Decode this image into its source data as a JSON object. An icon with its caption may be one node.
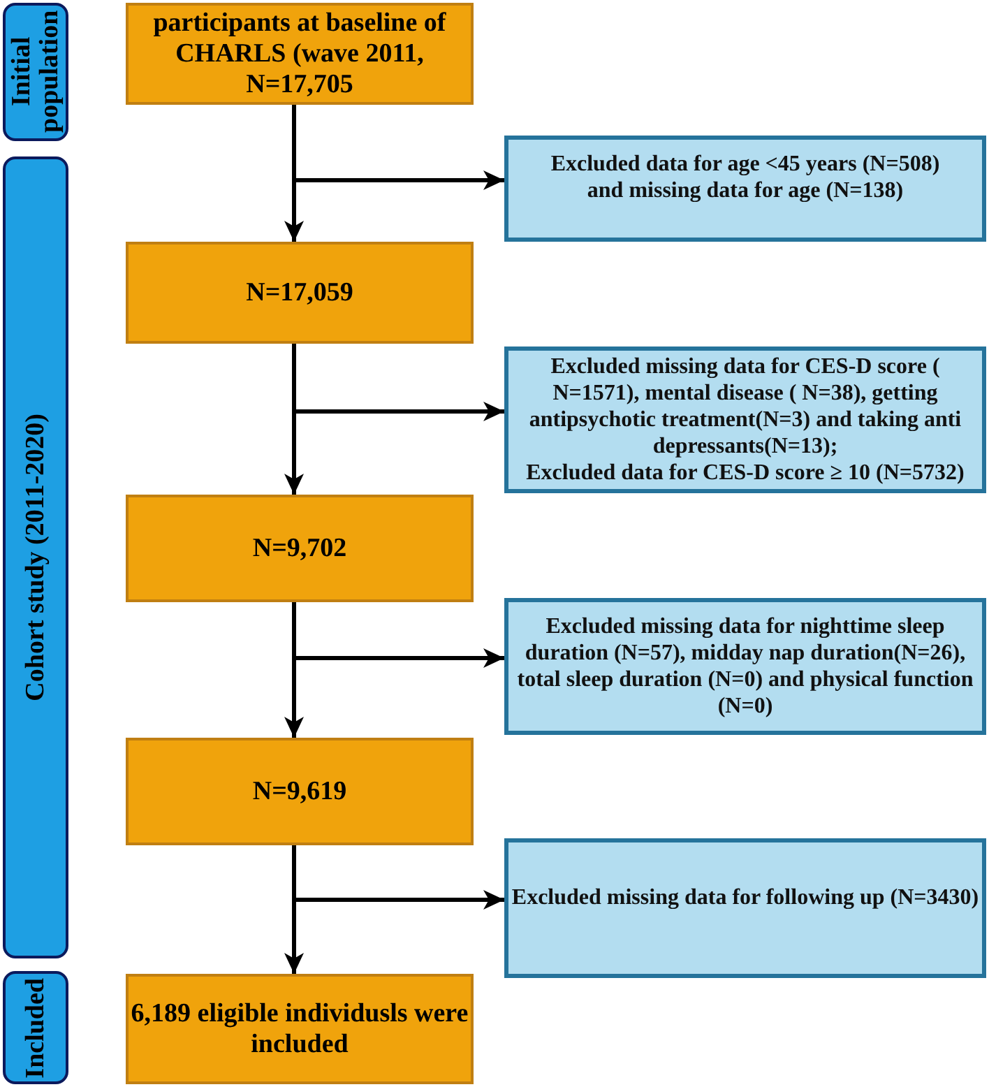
{
  "diagram": {
    "nodes": [
      {
        "text": [
          "Initial population"
        ]
      },
      {
        "text": [
          "participants at baseline of CHARLS (wave 2011, N=17,705"
        ]
      },
      {
        "text": [
          "Excluded data for age <45 years (N=508) and missing data for age (N=138)"
        ]
      },
      {
        "text": [
          "Cohort study (2011-2020)"
        ]
      },
      {
        "text": [
          "N=17,059"
        ]
      },
      {
        "text": [
          "Excluded missing data for CES-D score ( N=1571), mental disease ( N=38), getting antipsychotic treatment(N=3) and taking anti depressants(N=13);",
          "Excluded data for CES-D score ≥ 10 (N=5732)"
        ]
      },
      {
        "text": [
          "N=9,702"
        ]
      },
      {
        "text": [
          "Excluded missing data for nighttime sleep duration (N=57), midday nap duration(N=26), total sleep duration (N=0) and physical function (N=0)"
        ]
      },
      {
        "text": [
          "N=9,619"
        ]
      },
      {
        "text": [
          "Excluded missing data for following up (N=3430)"
        ]
      },
      {
        "text": [
          "Included"
        ]
      },
      {
        "text": [
          "6,189 eligible individusls were included"
        ]
      }
    ],
    "edges": [
      {
        "from": 1,
        "to": 4,
        "arrow": "to"
      },
      {
        "from": 1,
        "to": 2,
        "arrow": "to"
      },
      {
        "from": 4,
        "to": 6,
        "arrow": "to"
      },
      {
        "from": 4,
        "to": 5,
        "arrow": "to"
      },
      {
        "from": 6,
        "to": 8,
        "arrow": "to"
      },
      {
        "from": 6,
        "to": 7,
        "arrow": "to"
      },
      {
        "from": 8,
        "to": 11,
        "arrow": "to"
      },
      {
        "from": 8,
        "to": 9,
        "arrow": "to"
      }
    ]
  }
}
